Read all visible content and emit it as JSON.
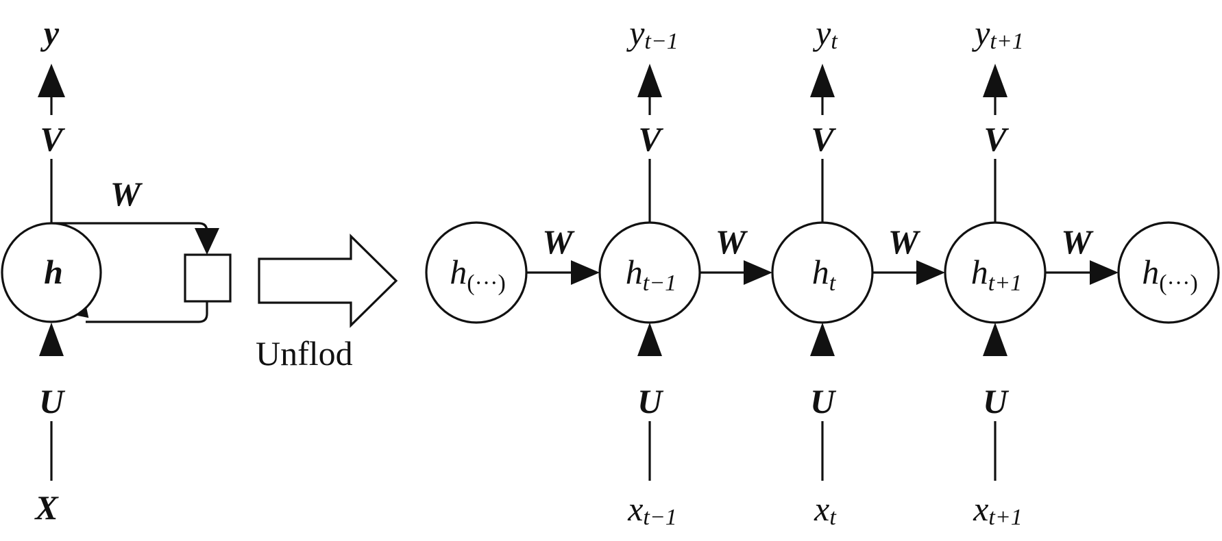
{
  "folded": {
    "output": "y",
    "output_weight": "V",
    "recurrent_weight": "W",
    "hidden": "h",
    "input_weight": "U",
    "input": "X"
  },
  "unfold_label": "Unflod",
  "unrolled": {
    "recurrent_weight": "W",
    "output_weight": "V",
    "input_weight": "U",
    "nodes": [
      {
        "hidden_base": "h",
        "hidden_sub": "(···)",
        "output_base": "",
        "output_sub": "",
        "input_base": "",
        "input_sub": ""
      },
      {
        "hidden_base": "h",
        "hidden_sub": "t−1",
        "output_base": "y",
        "output_sub": "t−1",
        "input_base": "x",
        "input_sub": "t−1"
      },
      {
        "hidden_base": "h",
        "hidden_sub": "t",
        "output_base": "y",
        "output_sub": "t",
        "input_base": "x",
        "input_sub": "t"
      },
      {
        "hidden_base": "h",
        "hidden_sub": "t+1",
        "output_base": "y",
        "output_sub": "t+1",
        "input_base": "x",
        "input_sub": "t+1"
      },
      {
        "hidden_base": "h",
        "hidden_sub": "(···)",
        "output_base": "",
        "output_sub": "",
        "input_base": "",
        "input_sub": ""
      }
    ]
  },
  "colors": {
    "ink": "#111111",
    "background": "#ffffff"
  }
}
